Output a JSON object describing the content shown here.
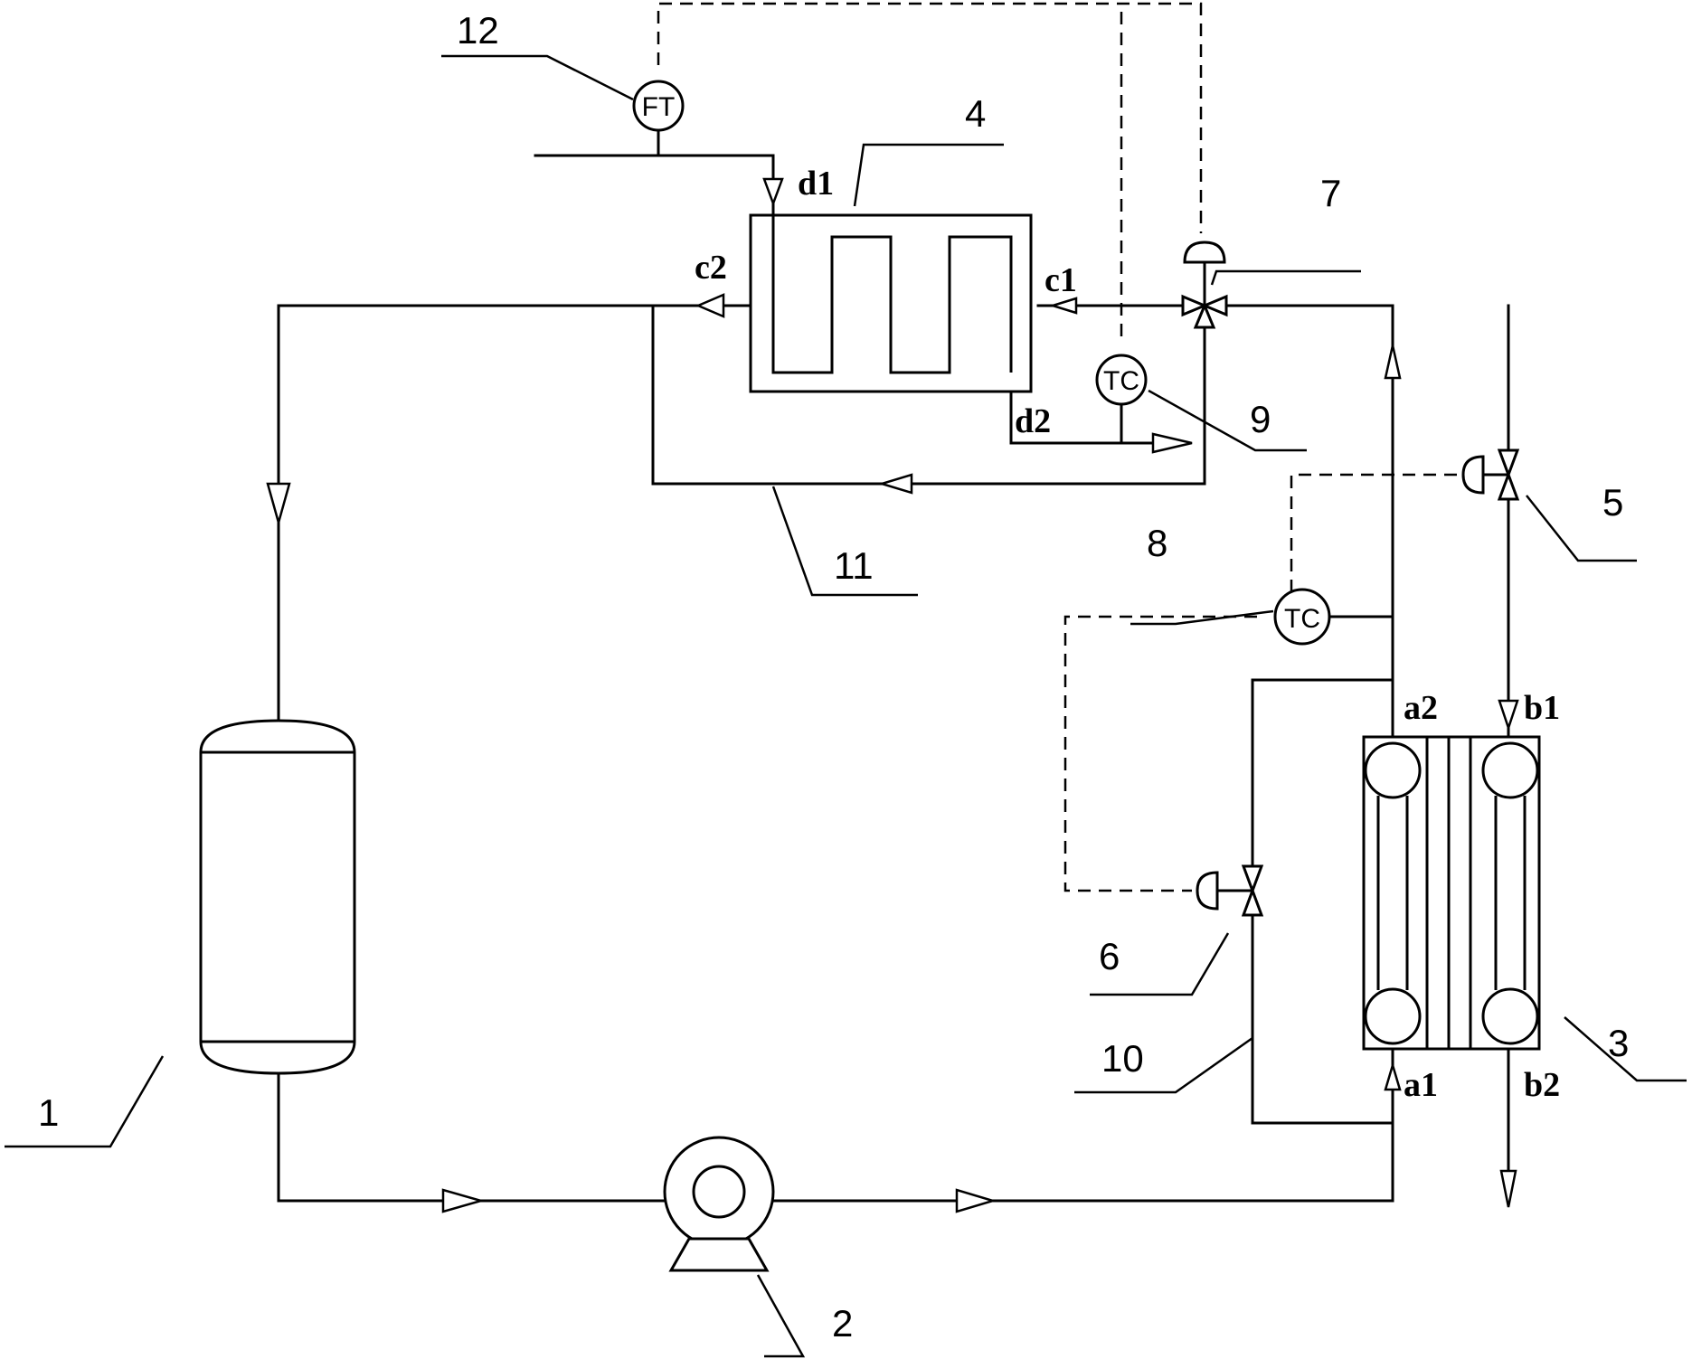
{
  "labels": {
    "tank": "1",
    "pump": "2",
    "plate_exchanger": "3",
    "coil_exchanger": "4",
    "valve_b": "5",
    "valve_bypass": "6",
    "three_way_valve": "7",
    "temp_controller_upper": "8",
    "temp_controller_outlet": "9",
    "bypass_line": "10",
    "return_line": "11",
    "flow_transmitter": "12"
  },
  "ports": {
    "a1": "a1",
    "a2": "a2",
    "b1": "b1",
    "b2": "b2",
    "c1": "c1",
    "c2": "c2",
    "d1": "d1",
    "d2": "d2"
  },
  "instruments": {
    "flow_transmitter_tag": "FT",
    "temp_controller_upper_tag": "TC",
    "temp_controller_outlet_tag": "TC"
  }
}
